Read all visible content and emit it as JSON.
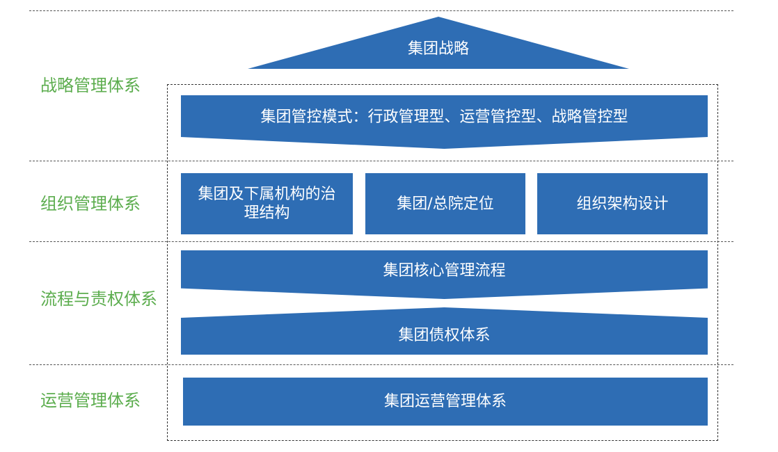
{
  "colors": {
    "box": "#2e6db4",
    "label": "#5cad4e",
    "text": "#ffffff"
  },
  "side_labels": {
    "strategy": "战略管理体系",
    "organization": "组织管理体系",
    "process": "流程与责权体系",
    "operation": "运营管理体系"
  },
  "boxes": {
    "strategy_top": "集团战略",
    "control_mode": "集团管控模式：行政管理型、运营管控型、战略管控型",
    "governance": "集团及下属机构的治理结构",
    "positioning": "集团/总院定位",
    "org_design": "组织架构设计",
    "core_process": "集团核心管理流程",
    "authority": "集团债权体系",
    "operation": "集团运营管理体系"
  }
}
